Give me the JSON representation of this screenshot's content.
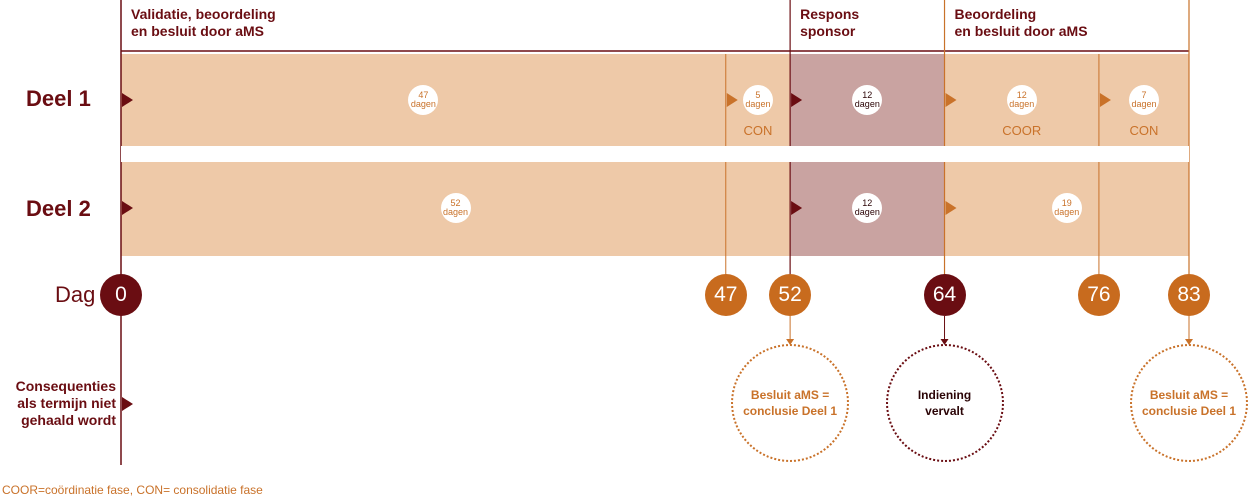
{
  "phases": [
    {
      "title": "Validatie, beoordeling\nen besluit door aMS",
      "day": 0
    },
    {
      "title": "Respons\nsponsor",
      "day": 52
    },
    {
      "title": "Beoordeling\nen besluit door aMS",
      "day": 64
    }
  ],
  "rows": [
    {
      "label": "Deel 1",
      "segments": [
        {
          "from": 0,
          "to": 47,
          "duration": "47\ndagen",
          "code": "",
          "tone": "orange"
        },
        {
          "from": 47,
          "to": 52,
          "duration": "5\ndagen",
          "code": "CON",
          "tone": "orange"
        },
        {
          "from": 52,
          "to": 64,
          "duration": "12\ndagen",
          "code": "",
          "tone": "dark"
        },
        {
          "from": 64,
          "to": 76,
          "duration": "12\ndagen",
          "code": "COOR",
          "tone": "orange"
        },
        {
          "from": 76,
          "to": 83,
          "duration": "7\ndagen",
          "code": "CON",
          "tone": "orange"
        }
      ]
    },
    {
      "label": "Deel 2",
      "segments": [
        {
          "from": 0,
          "to": 52,
          "duration": "52\ndagen",
          "code": "",
          "tone": "orange"
        },
        {
          "from": 52,
          "to": 64,
          "duration": "12\ndagen",
          "code": "",
          "tone": "dark"
        },
        {
          "from": 64,
          "to": 83,
          "duration": "19\ndagen",
          "code": "",
          "tone": "orange"
        }
      ]
    }
  ],
  "day_axis_label": "Dag",
  "days": [
    {
      "day": 0,
      "label": "0",
      "tone": "dark"
    },
    {
      "day": 47,
      "label": "47",
      "tone": "orange"
    },
    {
      "day": 52,
      "label": "52",
      "tone": "orange"
    },
    {
      "day": 64,
      "label": "64",
      "tone": "dark"
    },
    {
      "day": 76,
      "label": "76",
      "tone": "orange"
    },
    {
      "day": 83,
      "label": "83",
      "tone": "orange"
    }
  ],
  "consequence_label": "Consequenties\nals termijn niet\ngehaald wordt",
  "outcomes": [
    {
      "day": 52,
      "text": "Besluit aMS =\nconclusie Deel 1",
      "tone": "orange"
    },
    {
      "day": 64,
      "text": "Indiening\nvervalt",
      "tone": "dark"
    },
    {
      "day": 83,
      "text": "Besluit aMS =\nconclusie Deel 1",
      "tone": "orange"
    }
  ],
  "footnote": "COOR=coördinatie fase, CON= consolidatie fase",
  "colors": {
    "band_fill": "#eec9a8",
    "response_fill": "#c9a3a1",
    "dark": "#6a0d12",
    "orange": "#c9722a",
    "orange_marker": "#c86b1e"
  }
}
